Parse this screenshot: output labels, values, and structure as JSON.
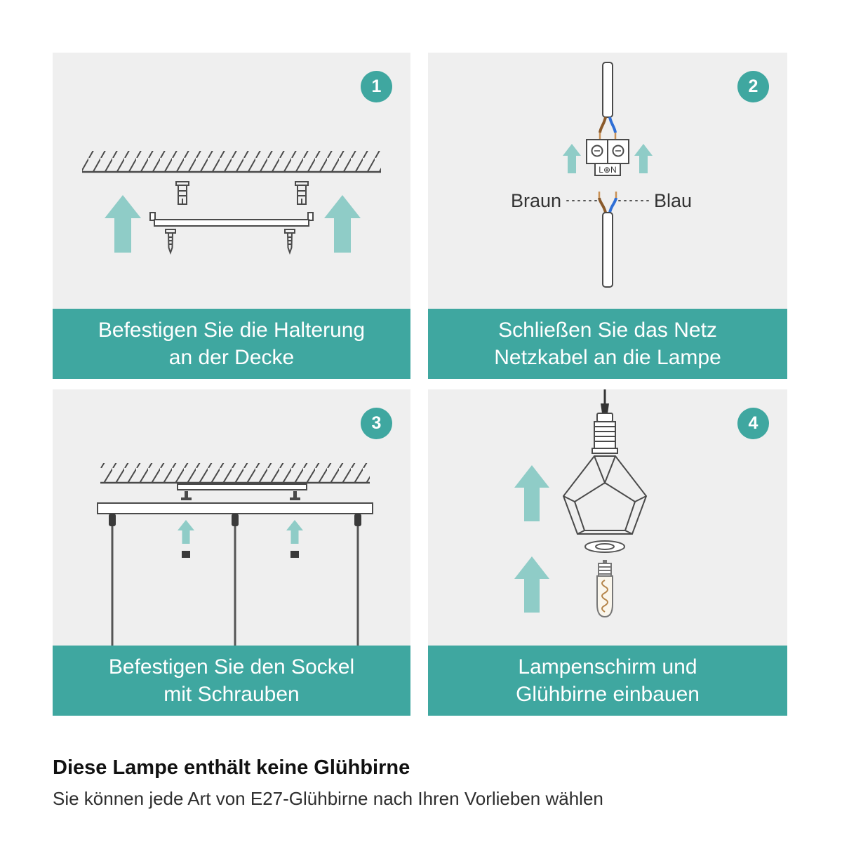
{
  "colors": {
    "teal": "#3fa7a0",
    "light_teal": "#8fccc7",
    "panel_bg": "#efefef",
    "line": "#4a4a4a",
    "brown_wire": "#8a5a2b",
    "blue_wire": "#2f6fd6"
  },
  "steps": [
    {
      "number": "1",
      "caption_line1": "Befestigen Sie die Halterung",
      "caption_line2": "an der Decke"
    },
    {
      "number": "2",
      "caption_line1": "Schließen Sie das Netz",
      "caption_line2": "Netzkabel an die Lampe",
      "labels": {
        "left": "Braun",
        "right": "Blau",
        "terminal": "L⊕N"
      }
    },
    {
      "number": "3",
      "caption_line1": "Befestigen Sie den Sockel",
      "caption_line2": "mit Schrauben"
    },
    {
      "number": "4",
      "caption_line1": "Lampenschirm und",
      "caption_line2": "Glühbirne einbauen"
    }
  ],
  "footer": {
    "heading": "Diese Lampe enthält keine Glühbirne",
    "subtitle": "Sie können jede Art von E27-Glühbirne nach Ihren Vorlieben wählen"
  }
}
